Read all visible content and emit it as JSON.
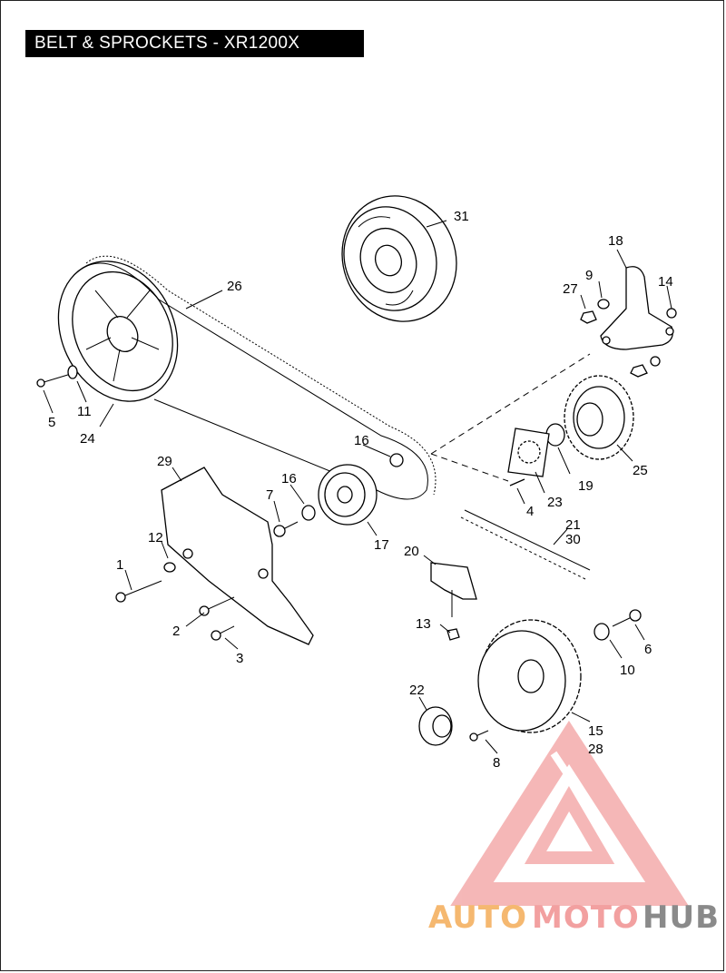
{
  "title": "BELT & SPROCKETS - XR1200X",
  "labels": {
    "p1": "1",
    "p2": "2",
    "p3": "3",
    "p4": "4",
    "p5": "5",
    "p6": "6",
    "p7": "7",
    "p8": "8",
    "p9": "9",
    "p10": "10",
    "p11": "11",
    "p12": "12",
    "p13": "13",
    "p14": "14",
    "p15": "15",
    "p16a": "16",
    "p16b": "16",
    "p17": "17",
    "p18": "18",
    "p19": "19",
    "p20": "20",
    "p21": "21",
    "p22": "22",
    "p23": "23",
    "p24": "24",
    "p25": "25",
    "p26": "26",
    "p27": "27",
    "p28": "28",
    "p29": "29",
    "p30": "30",
    "p31": "31"
  },
  "watermark": {
    "text_auto": "AUTO",
    "text_moto": "MOTO",
    "text_hub": "HUB"
  },
  "colors": {
    "watermark_orange": "#f5b870",
    "watermark_pink": "#f2a0a0",
    "watermark_gray": "#8a8a8a",
    "ink": "#000000"
  }
}
